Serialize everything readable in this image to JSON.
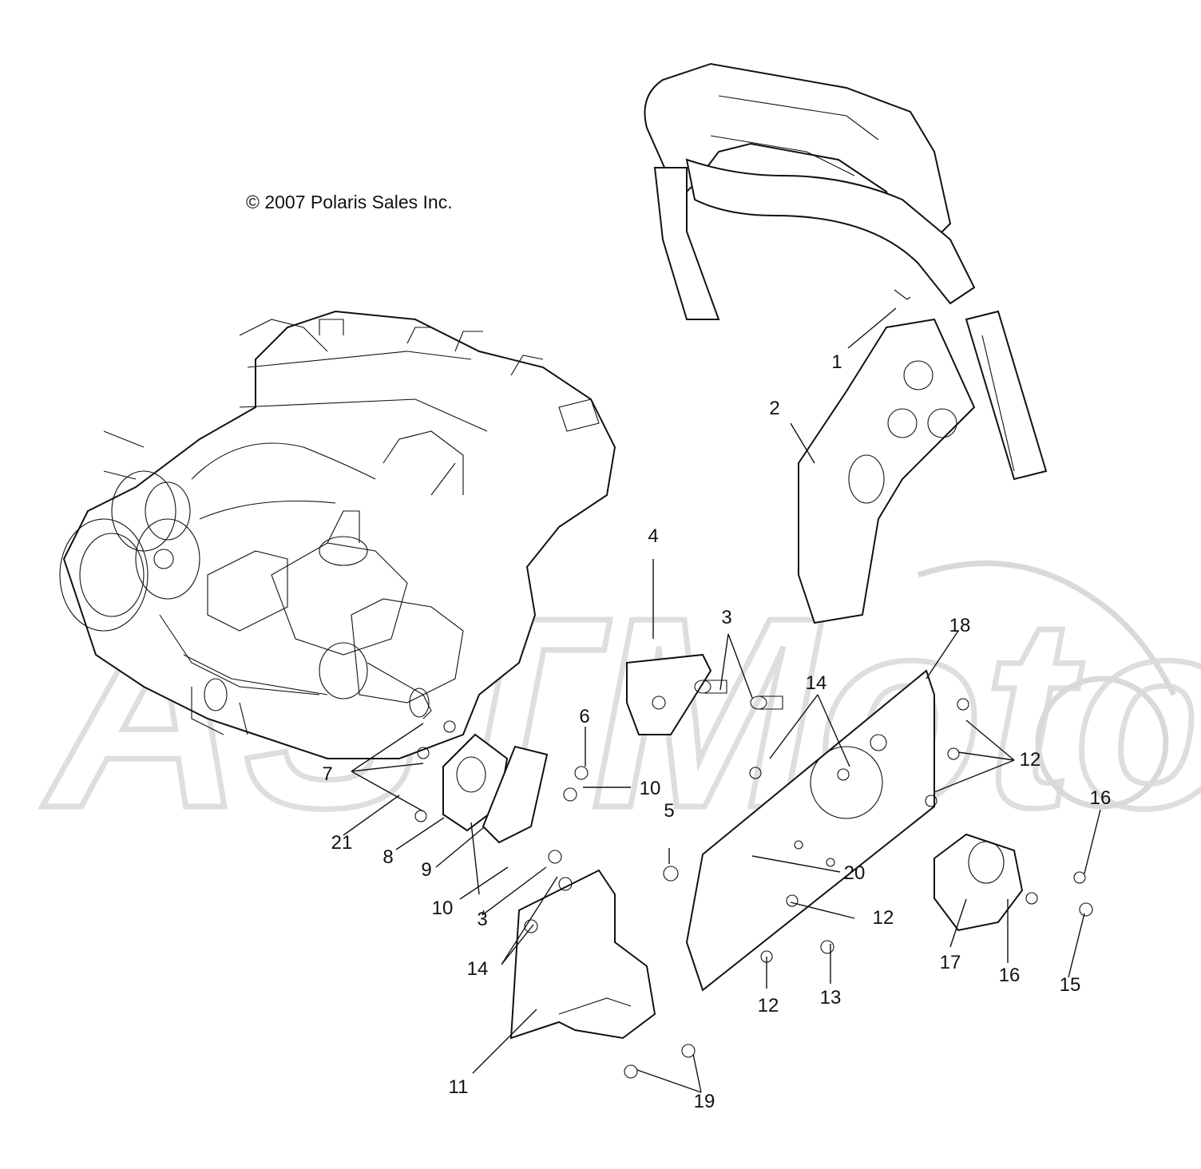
{
  "copyright": "© 2007 Polaris Sales Inc.",
  "callouts": [
    {
      "id": "c1",
      "text": "1"
    },
    {
      "id": "c2",
      "text": "2"
    },
    {
      "id": "c3a",
      "text": "3"
    },
    {
      "id": "c3b",
      "text": "3"
    },
    {
      "id": "c4",
      "text": "4"
    },
    {
      "id": "c5",
      "text": "5"
    },
    {
      "id": "c6",
      "text": "6"
    },
    {
      "id": "c7",
      "text": "7"
    },
    {
      "id": "c8",
      "text": "8"
    },
    {
      "id": "c9",
      "text": "9"
    },
    {
      "id": "c10a",
      "text": "10"
    },
    {
      "id": "c10b",
      "text": "10"
    },
    {
      "id": "c11",
      "text": "11"
    },
    {
      "id": "c12a",
      "text": "12"
    },
    {
      "id": "c12b",
      "text": "12"
    },
    {
      "id": "c12c",
      "text": "12"
    },
    {
      "id": "c13",
      "text": "13"
    },
    {
      "id": "c14a",
      "text": "14"
    },
    {
      "id": "c14b",
      "text": "14"
    },
    {
      "id": "c15",
      "text": "15"
    },
    {
      "id": "c16a",
      "text": "16"
    },
    {
      "id": "c16b",
      "text": "16"
    },
    {
      "id": "c17",
      "text": "17"
    },
    {
      "id": "c18",
      "text": "18"
    },
    {
      "id": "c19",
      "text": "19"
    },
    {
      "id": "c20",
      "text": "20"
    },
    {
      "id": "c21",
      "text": "21"
    }
  ]
}
